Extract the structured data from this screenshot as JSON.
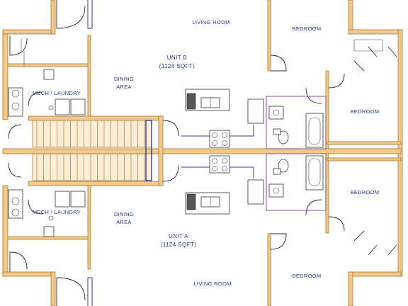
{
  "rooms": {
    "living_top": "LIVING ROOM",
    "bedroom_top": "BEDROOM",
    "unit_b_title": "UNIT B",
    "unit_b_size": "(1124 SQFT)",
    "dining_top_line1": "DINING",
    "dining_top_line2": "AREA",
    "mech_top": "MECH / LAUNDRY",
    "bedroom_right_top": "BEDROOM",
    "bedroom_right_bottom": "BEDROOM",
    "mech_bottom": "MECH / LAUNDRY",
    "dining_bottom_line1": "DINING",
    "dining_bottom_line2": "AREA",
    "unit_a_title": "UNIT A",
    "unit_a_size": "(1124 SQFT)",
    "living_bottom": "LIVING ROOM",
    "bedroom_bottom": "BEDROOM"
  },
  "colors": {
    "wall_fill": "#f1c98a",
    "wall_stroke": "#b0782e",
    "label": "#1a3a8c",
    "fixture": "#2b3a9a",
    "plumbing": "#8b4a8b"
  }
}
